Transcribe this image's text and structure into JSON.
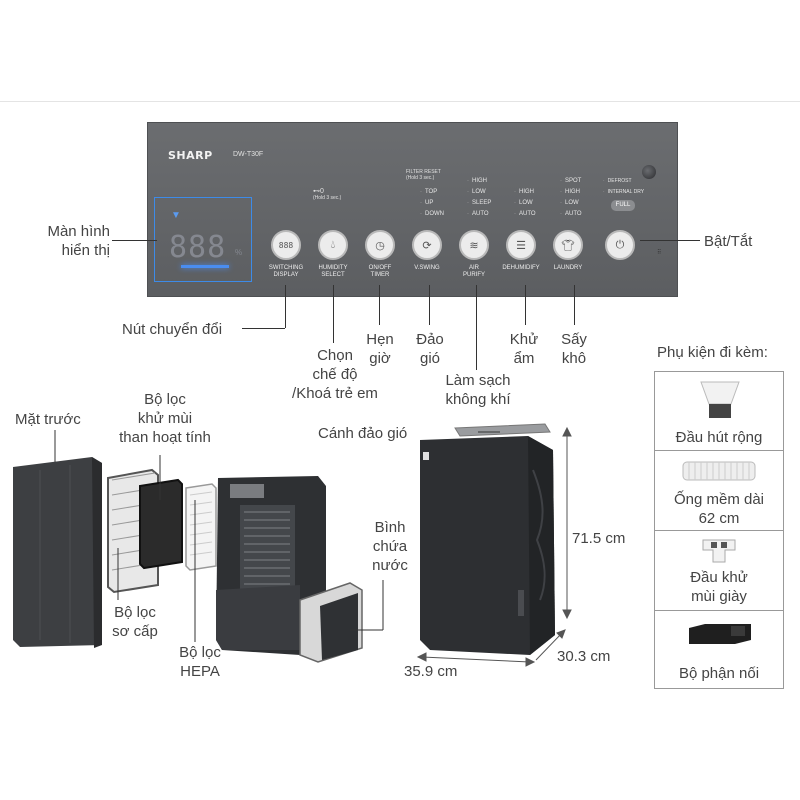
{
  "panel": {
    "brand": "SHARP",
    "model": "DW-T30F",
    "display_digits": "888",
    "display_unit": "%",
    "buttons": [
      {
        "label1": "SWITCHING",
        "label2": "DISPLAY",
        "icon": "888"
      },
      {
        "label1": "HUMIDITY",
        "label2": "SELECT",
        "icon": "water-drop"
      },
      {
        "label1": "ON/OFF",
        "label2": "TIMER",
        "icon": "clock"
      },
      {
        "label1": "V.SWING",
        "label2": "",
        "icon": "swing"
      },
      {
        "label1": "AIR",
        "label2": "PURIFY",
        "icon": "air-wave"
      },
      {
        "label1": "DEHUMIDIFY",
        "label2": "",
        "icon": "menu-lines"
      },
      {
        "label1": "LAUNDRY",
        "label2": "",
        "icon": "shirt"
      },
      {
        "label1": "",
        "label2": "",
        "icon": "power"
      }
    ],
    "child_lock_header": "(Hold 3 sec.)",
    "filter_reset": "FILTER RESET",
    "filter_reset_hold": "(Hold 3 sec.)",
    "swing_options": [
      "TOP",
      "UP",
      "DOWN"
    ],
    "purify_options": [
      "HIGH",
      "LOW",
      "SLEEP",
      "AUTO"
    ],
    "dehumidify_options": [
      "HIGH",
      "LOW",
      "AUTO"
    ],
    "laundry_options": [
      "SPOT",
      "HIGH",
      "LOW",
      "AUTO"
    ],
    "power_options": [
      "DEFROST",
      "INTERNAL DRY"
    ],
    "full": "FULL"
  },
  "callouts": {
    "display_line1": "Màn hình",
    "display_line2": "hiển thị",
    "power": "Bật/Tắt",
    "switch": "Nút chuyển đổi",
    "mode_line1": "Chọn",
    "mode_line2": "chế độ",
    "mode_line3": "/Khoá trẻ em",
    "timer_line1": "Hẹn",
    "timer_line2": "giờ",
    "swing_line1": "Đảo",
    "swing_line2": "gió",
    "purify_line1": "Làm sạch",
    "purify_line2": "không khí",
    "dehum_line1": "Khử",
    "dehum_line2": "ẩm",
    "dry_line1": "Sấy",
    "dry_line2": "khô"
  },
  "parts": {
    "front": "Mặt trước",
    "carbon_line1": "Bộ lọc",
    "carbon_line2": "khử mùi",
    "carbon_line3": "than hoạt tính",
    "pre_line1": "Bộ lọc",
    "pre_line2": "sơ cấp",
    "hepa_line1": "Bộ lọc",
    "hepa_line2": "HEPA",
    "tank_line1": "Bình",
    "tank_line2": "chứa",
    "tank_line3": "nước",
    "louver": "Cánh đảo gió",
    "height": "71.5 cm",
    "width": "35.9 cm",
    "depth": "30.3 cm"
  },
  "accessories": {
    "title": "Phụ kiện đi kèm:",
    "items": [
      {
        "line1": "Đầu hút rộng",
        "line2": ""
      },
      {
        "line1": "Ống mềm dài",
        "line2": "62 cm"
      },
      {
        "line1": "Đầu khử",
        "line2": "mùi giày"
      },
      {
        "line1": "Bộ phận nối",
        "line2": ""
      }
    ]
  }
}
